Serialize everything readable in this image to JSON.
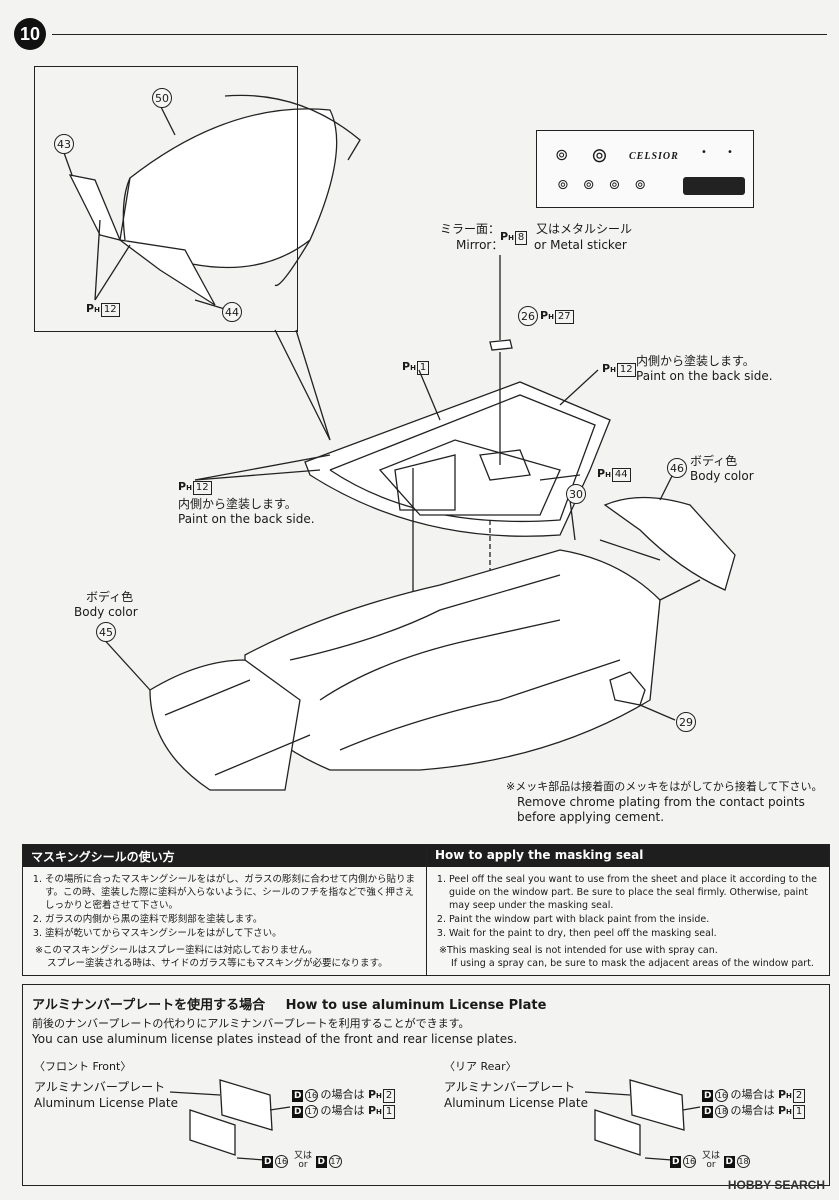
{
  "step": {
    "number": "10"
  },
  "callouts": {
    "p50": "50",
    "p43": "43",
    "p44": "44",
    "p26": "26",
    "p46": "46",
    "p30": "30",
    "p45": "45",
    "p29": "29"
  },
  "ph": {
    "letter": "P",
    "sub": "H"
  },
  "parts": {
    "ph12": "12",
    "ph8": "8",
    "ph27": "27",
    "ph1": "1",
    "ph44": "44"
  },
  "labels": {
    "mirror_ja": "ミラー面：",
    "mirror_en": "Mirror：",
    "metal_ja": "又はメタルシール",
    "metal_en": "or Metal sticker",
    "back_ja": "内側から塗装します。",
    "back_en": "Paint on the back side.",
    "body_ja": "ボディ色",
    "body_en": "Body color",
    "chrome_ja": "※メッキ部品は接着面のメッキをはがしてから接着して下さい。",
    "chrome_en1": "Remove chrome plating from the contact points",
    "chrome_en2": "before applying cement."
  },
  "logo_panel": {
    "celsior": "CELSIOR"
  },
  "masking_ja": {
    "title": "マスキングシールの使い方",
    "steps": [
      "その場所に合ったマスキングシールをはがし、ガラスの彫刻に合わせて内側から貼ります。この時、塗装した際に塗料が入らないように、シールのフチを指などで強く押さえしっかりと密着させて下さい。",
      "ガラスの内側から黒の塗料で彫刻部を塗装します。",
      "塗料が乾いてからマスキングシールをはがして下さい。"
    ],
    "note1": "※このマスキングシールはスプレー塗料には対応しておりません。",
    "note2": "スプレー塗装される時は、サイドのガラス等にもマスキングが必要になります。"
  },
  "masking_en": {
    "title": "How to apply the masking seal",
    "steps": [
      "Peel off the seal you want to use from the sheet and place it according to the guide on the window part. Be sure to place the seal firmly. Otherwise, paint may seep under the masking seal.",
      "Paint the window part with black paint from the inside.",
      "Wait for the paint to dry, then peel off the masking seal."
    ],
    "note1": "※This masking seal is not intended for use with spray can.",
    "note2": "If using a spray can, be sure to mask the adjacent areas of the window part."
  },
  "aluminum": {
    "title_ja": "アルミナンバープレートを使用する場合",
    "title_en": "How to use aluminum License Plate",
    "desc_ja": "前後のナンバープレートの代わりにアルミナンバープレートを利用することができます。",
    "desc_en": "You can use aluminum license plates instead of the front and rear license plates.",
    "front_label": "〈フロント Front〉",
    "rear_label": "〈リア Rear〉",
    "plate_ja": "アルミナンバープレート",
    "plate_en": "Aluminum License Plate",
    "d": "D",
    "case_suffix": "の場合は",
    "or_ja": "又は",
    "or_en": "or",
    "front": {
      "d1": "16",
      "p1": "2",
      "d2": "17",
      "p2": "1",
      "bottom_a": "16",
      "bottom_b": "17"
    },
    "rear": {
      "d1": "16",
      "p1": "2",
      "d2": "18",
      "p2": "1",
      "bottom_a": "16",
      "bottom_b": "18"
    }
  },
  "watermark": "HOBBY SEARCH"
}
